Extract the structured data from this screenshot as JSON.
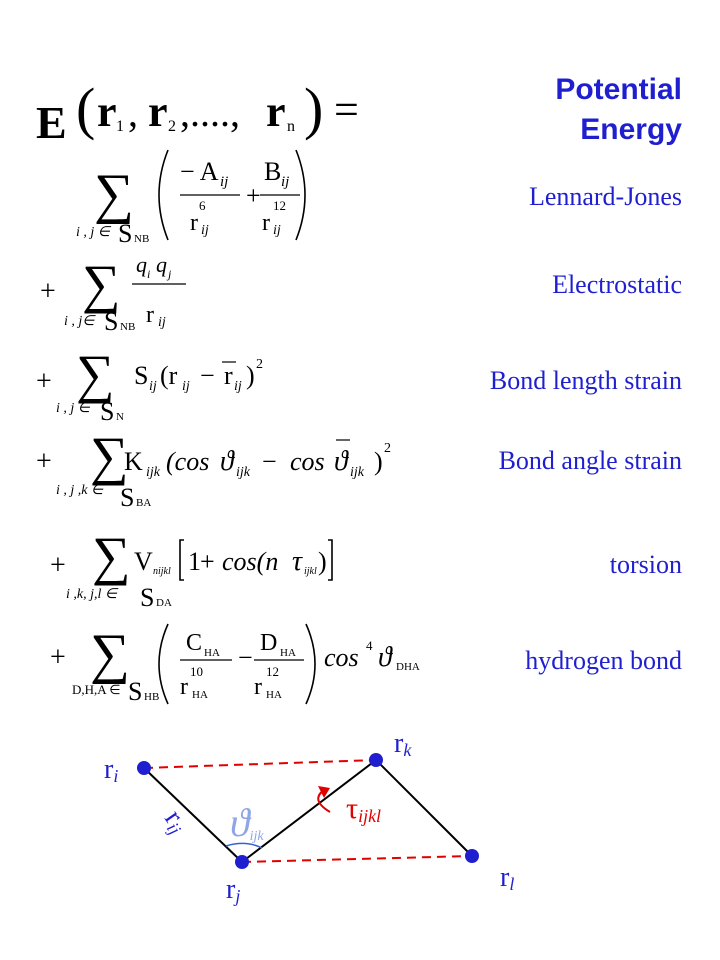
{
  "title": {
    "line1": "Potential",
    "line2": "Energy"
  },
  "terms": [
    {
      "label": "Lennard-Jones"
    },
    {
      "label": "Electrostatic"
    },
    {
      "label": "Bond length strain"
    },
    {
      "label": "Bond angle strain"
    },
    {
      "label": "torsion"
    },
    {
      "label": "hydrogen bond"
    }
  ],
  "diagram": {
    "labels": {
      "ri": "r",
      "ri_sub": "i",
      "rj": "r",
      "rj_sub": "j",
      "rk": "r",
      "rk_sub": "k",
      "rl": "r",
      "rl_sub": "l",
      "rij": "r",
      "rij_sub": "ij",
      "theta": "ϑ",
      "theta_sub": "ijk",
      "tau": "τ",
      "tau_sub": "ijkl"
    },
    "colors": {
      "atom": "#1f1fd0",
      "bond": "#000000",
      "dashed": "#e00000",
      "angle": "#3a5fd0"
    }
  }
}
